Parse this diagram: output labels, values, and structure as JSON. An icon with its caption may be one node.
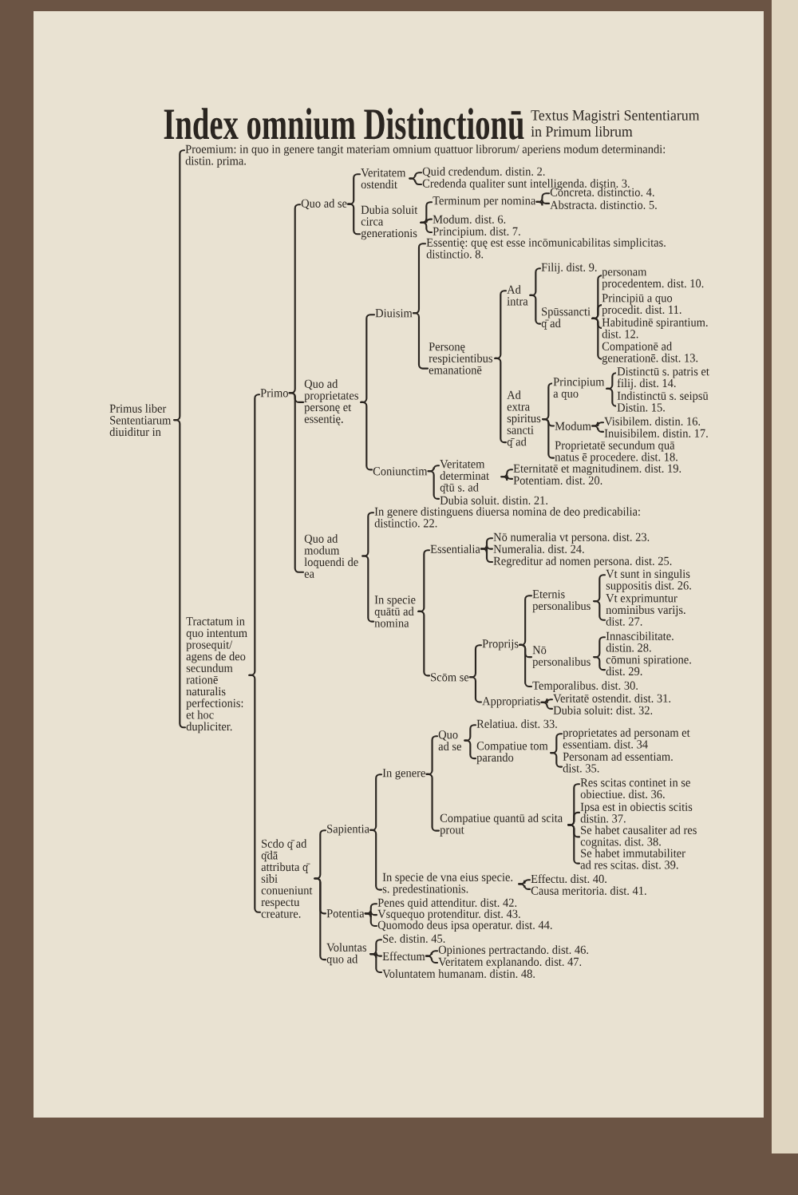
{
  "diagram": {
    "title": "Index omnium Distinctionū",
    "labels": [
      "Textus Magistri Sententiarum in Primum librum"
    ],
    "nodes": [
      {
        "text": [
          "Primus liber Sententiarum diuiditur in"
        ]
      },
      {
        "text": [
          "Proemium: in quo in genere tangit materiam omnium quattuor librorum/ aperiens modum determinandi: distin. prima."
        ]
      },
      {
        "text": [
          "Tractatum in quo intentum prosequit/ agens de deo secundum rationē naturalis perfectionis: et hoc dupliciter."
        ]
      },
      {
        "text": [
          "Primo"
        ]
      },
      {
        "text": [
          "Quo ad se"
        ]
      },
      {
        "text": [
          "Veritatem ostendit"
        ]
      },
      {
        "text": [
          "Quid credendum. distin. 2."
        ]
      },
      {
        "text": [
          "Credenda qualiter sunt intelligenda. distin. 3."
        ]
      },
      {
        "text": [
          "Dubia soluit circa generationis"
        ]
      },
      {
        "text": [
          "Terminum per nomina"
        ]
      },
      {
        "text": [
          "Concreta. distinctio. 4."
        ]
      },
      {
        "text": [
          "Abstracta. distinctio. 5."
        ]
      },
      {
        "text": [
          "Modum. dist. 6."
        ]
      },
      {
        "text": [
          "Principium. dist. 7."
        ]
      },
      {
        "text": [
          "Quo ad proprietates personę et essentię."
        ]
      },
      {
        "text": [
          "Diuisim"
        ]
      },
      {
        "text": [
          "Essentię: quę est esse incōmunicabilitas simplicitas. distinctio. 8."
        ]
      },
      {
        "text": [
          "Personę respicientibus emanationē"
        ]
      },
      {
        "text": [
          "Ad intra"
        ]
      },
      {
        "text": [
          "Filij. dist. 9."
        ]
      },
      {
        "text": [
          "Spūssancti q̄ ad"
        ]
      },
      {
        "text": [
          "personam procedentem. dist. 10."
        ]
      },
      {
        "text": [
          "Principiū a quo procedit. dist. 11."
        ]
      },
      {
        "text": [
          "Habitudinē spirantium. dist. 12."
        ]
      },
      {
        "text": [
          "Compationē ad generationē. dist. 13."
        ]
      },
      {
        "text": [
          "Ad extra spiritus sancti q̄ ad"
        ]
      },
      {
        "text": [
          "Principium a quo"
        ]
      },
      {
        "text": [
          "Distinctū s. patris et filij. dist. 14."
        ]
      },
      {
        "text": [
          "Indistinctū s. seipsū Distin. 15."
        ]
      },
      {
        "text": [
          "Modum"
        ]
      },
      {
        "text": [
          "Visibilem. distin. 16."
        ]
      },
      {
        "text": [
          "Inuisibilem. distin. 17."
        ]
      },
      {
        "text": [
          "Proprietatē secundum quā natus ē procedere. dist. 18."
        ]
      },
      {
        "text": [
          "Coniunctim"
        ]
      },
      {
        "text": [
          "Veritatem determinat q̄tū s. ad"
        ]
      },
      {
        "text": [
          "Eternitatē et magnitudinem. dist. 19."
        ]
      },
      {
        "text": [
          "Potentiam. dist. 20."
        ]
      },
      {
        "text": [
          "Dubia soluit. distin. 21."
        ]
      },
      {
        "text": [
          "Quo ad modum loquendi de ea"
        ]
      },
      {
        "text": [
          "In genere distinguens diuersa nomina de deo predicabilia: distinctio. 22."
        ]
      },
      {
        "text": [
          "In specie quātū ad nomina"
        ]
      },
      {
        "text": [
          "Essentialia"
        ]
      },
      {
        "text": [
          "Nō numeralia vt persona. dist. 23."
        ]
      },
      {
        "text": [
          "Numeralia. dist. 24."
        ]
      },
      {
        "text": [
          "Regreditur ad nomen persona. dist. 25."
        ]
      },
      {
        "text": [
          "Scōm se"
        ]
      },
      {
        "text": [
          "Proprijs"
        ]
      },
      {
        "text": [
          "Eternis personalibus"
        ]
      },
      {
        "text": [
          "Vt sunt in singulis suppositis dist. 26."
        ]
      },
      {
        "text": [
          "Vt exprimuntur nominibus varijs. dist. 27."
        ]
      },
      {
        "text": [
          "Nō personalibus"
        ]
      },
      {
        "text": [
          "Innascibilitate. distin. 28."
        ]
      },
      {
        "text": [
          "cōmuni spiratione. dist. 29."
        ]
      },
      {
        "text": [
          "Temporalibus. dist. 30."
        ]
      },
      {
        "text": [
          "Appropriatis"
        ]
      },
      {
        "text": [
          "Veritatē ostendit. dist. 31."
        ]
      },
      {
        "text": [
          "Dubia soluit: dist. 32."
        ]
      },
      {
        "text": [
          "Scdo q̄ ad q̄dā attributa q̄ sibi conueniunt respectu creature."
        ]
      },
      {
        "text": [
          "Sapientia"
        ]
      },
      {
        "text": [
          "In genere"
        ]
      },
      {
        "text": [
          "Quo ad se"
        ]
      },
      {
        "text": [
          "Relatiua. dist. 33."
        ]
      },
      {
        "text": [
          "Compatiue tom parando"
        ]
      },
      {
        "text": [
          "proprietates ad personam et essentiam. dist. 34"
        ]
      },
      {
        "text": [
          "Personam ad essentiam. dist. 35."
        ]
      },
      {
        "text": [
          "Compatiue quantū ad scita prout"
        ]
      },
      {
        "text": [
          "Res scitas continet in se obiectiue. dist. 36."
        ]
      },
      {
        "text": [
          "Ipsa est in obiectis scitis distin. 37."
        ]
      },
      {
        "text": [
          "Se habet causaliter ad res cognitas. dist. 38."
        ]
      },
      {
        "text": [
          "Se habet immutabiliter ad res scitas. dist. 39."
        ]
      },
      {
        "text": [
          "In specie de vna eius specie. s. predestinationis."
        ]
      },
      {
        "text": [
          "Effectu. dist. 40."
        ]
      },
      {
        "text": [
          "Causa meritoria. dist. 41."
        ]
      },
      {
        "text": [
          "Potentia"
        ]
      },
      {
        "text": [
          "Penes quid attenditur. dist. 42."
        ]
      },
      {
        "text": [
          "Vsquequo protenditur. dist. 43."
        ]
      },
      {
        "text": [
          "Quomodo deus ipsa operatur. dist. 44."
        ]
      },
      {
        "text": [
          "Voluntas quo ad"
        ]
      },
      {
        "text": [
          "Se. distin. 45."
        ]
      },
      {
        "text": [
          "Effectum"
        ]
      },
      {
        "text": [
          "Opiniones pertractando. dist. 46."
        ]
      },
      {
        "text": [
          "Veritatem explanando. dist. 47."
        ]
      },
      {
        "text": [
          "Voluntatem humanam. distin. 48."
        ]
      }
    ],
    "edges": [
      {
        "from": 0,
        "to": 1,
        "arrow": "none"
      },
      {
        "from": 0,
        "to": 2,
        "arrow": "none"
      },
      {
        "from": 2,
        "to": 3,
        "arrow": "none"
      },
      {
        "from": 2,
        "to": 57,
        "arrow": "none"
      },
      {
        "from": 3,
        "to": 4,
        "arrow": "none"
      },
      {
        "from": 3,
        "to": 14,
        "arrow": "none"
      },
      {
        "from": 3,
        "to": 38,
        "arrow": "none"
      },
      {
        "from": 4,
        "to": 5,
        "arrow": "none"
      },
      {
        "from": 4,
        "to": 8,
        "arrow": "none"
      },
      {
        "from": 5,
        "to": 6,
        "arrow": "none"
      },
      {
        "from": 5,
        "to": 7,
        "arrow": "none"
      },
      {
        "from": 8,
        "to": 9,
        "arrow": "none"
      },
      {
        "from": 8,
        "to": 12,
        "arrow": "none"
      },
      {
        "from": 8,
        "to": 13,
        "arrow": "none"
      },
      {
        "from": 9,
        "to": 10,
        "arrow": "none"
      },
      {
        "from": 9,
        "to": 11,
        "arrow": "none"
      },
      {
        "from": 14,
        "to": 15,
        "arrow": "none"
      },
      {
        "from": 14,
        "to": 33,
        "arrow": "none"
      },
      {
        "from": 15,
        "to": 16,
        "arrow": "none"
      },
      {
        "from": 15,
        "to": 17,
        "arrow": "none"
      },
      {
        "from": 17,
        "to": 18,
        "arrow": "none"
      },
      {
        "from": 17,
        "to": 25,
        "arrow": "none"
      },
      {
        "from": 18,
        "to": 19,
        "arrow": "none"
      },
      {
        "from": 18,
        "to": 20,
        "arrow": "none"
      },
      {
        "from": 20,
        "to": 21,
        "arrow": "none"
      },
      {
        "from": 20,
        "to": 22,
        "arrow": "none"
      },
      {
        "from": 20,
        "to": 23,
        "arrow": "none"
      },
      {
        "from": 20,
        "to": 24,
        "arrow": "none"
      },
      {
        "from": 25,
        "to": 26,
        "arrow": "none"
      },
      {
        "from": 25,
        "to": 29,
        "arrow": "none"
      },
      {
        "from": 25,
        "to": 32,
        "arrow": "none"
      },
      {
        "from": 26,
        "to": 27,
        "arrow": "none"
      },
      {
        "from": 26,
        "to": 28,
        "arrow": "none"
      },
      {
        "from": 29,
        "to": 30,
        "arrow": "none"
      },
      {
        "from": 29,
        "to": 31,
        "arrow": "none"
      },
      {
        "from": 33,
        "to": 34,
        "arrow": "none"
      },
      {
        "from": 33,
        "to": 37,
        "arrow": "none"
      },
      {
        "from": 34,
        "to": 35,
        "arrow": "none"
      },
      {
        "from": 34,
        "to": 36,
        "arrow": "none"
      },
      {
        "from": 38,
        "to": 39,
        "arrow": "none"
      },
      {
        "from": 38,
        "to": 40,
        "arrow": "none"
      },
      {
        "from": 40,
        "to": 41,
        "arrow": "none"
      },
      {
        "from": 40,
        "to": 45,
        "arrow": "none"
      },
      {
        "from": 41,
        "to": 42,
        "arrow": "none"
      },
      {
        "from": 41,
        "to": 43,
        "arrow": "none"
      },
      {
        "from": 41,
        "to": 44,
        "arrow": "none"
      },
      {
        "from": 45,
        "to": 46,
        "arrow": "none"
      },
      {
        "from": 45,
        "to": 54,
        "arrow": "none"
      },
      {
        "from": 46,
        "to": 47,
        "arrow": "none"
      },
      {
        "from": 46,
        "to": 50,
        "arrow": "none"
      },
      {
        "from": 46,
        "to": 53,
        "arrow": "none"
      },
      {
        "from": 47,
        "to": 48,
        "arrow": "none"
      },
      {
        "from": 47,
        "to": 49,
        "arrow": "none"
      },
      {
        "from": 50,
        "to": 51,
        "arrow": "none"
      },
      {
        "from": 50,
        "to": 52,
        "arrow": "none"
      },
      {
        "from": 54,
        "to": 55,
        "arrow": "none"
      },
      {
        "from": 54,
        "to": 56,
        "arrow": "none"
      },
      {
        "from": 57,
        "to": 58,
        "arrow": "none"
      },
      {
        "from": 57,
        "to": 73,
        "arrow": "none"
      },
      {
        "from": 57,
        "to": 77,
        "arrow": "none"
      },
      {
        "from": 58,
        "to": 59,
        "arrow": "none"
      },
      {
        "from": 58,
        "to": 70,
        "arrow": "none"
      },
      {
        "from": 59,
        "to": 60,
        "arrow": "none"
      },
      {
        "from": 59,
        "to": 65,
        "arrow": "none"
      },
      {
        "from": 60,
        "to": 61,
        "arrow": "none"
      },
      {
        "from": 60,
        "to": 62,
        "arrow": "none"
      },
      {
        "from": 62,
        "to": 63,
        "arrow": "none"
      },
      {
        "from": 62,
        "to": 64,
        "arrow": "none"
      },
      {
        "from": 65,
        "to": 66,
        "arrow": "none"
      },
      {
        "from": 65,
        "to": 67,
        "arrow": "none"
      },
      {
        "from": 65,
        "to": 68,
        "arrow": "none"
      },
      {
        "from": 65,
        "to": 69,
        "arrow": "none"
      },
      {
        "from": 70,
        "to": 71,
        "arrow": "none"
      },
      {
        "from": 70,
        "to": 72,
        "arrow": "none"
      },
      {
        "from": 73,
        "to": 74,
        "arrow": "none"
      },
      {
        "from": 73,
        "to": 75,
        "arrow": "none"
      },
      {
        "from": 73,
        "to": 76,
        "arrow": "none"
      },
      {
        "from": 77,
        "to": 78,
        "arrow": "none"
      },
      {
        "from": 77,
        "to": 79,
        "arrow": "none"
      },
      {
        "from": 77,
        "to": 82,
        "arrow": "none"
      },
      {
        "from": 79,
        "to": 80,
        "arrow": "none"
      },
      {
        "from": 79,
        "to": 81,
        "arrow": "none"
      }
    ]
  }
}
